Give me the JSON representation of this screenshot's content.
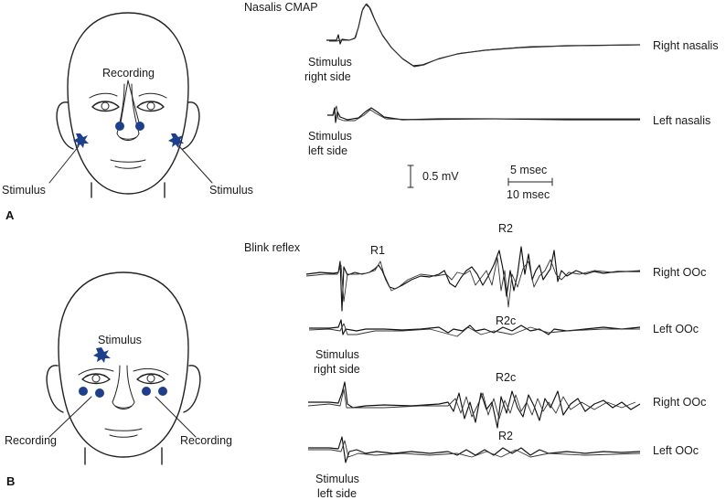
{
  "panel_a": {
    "label": "A",
    "title": "Nasalis CMAP",
    "recording_label": "Recording",
    "stimulus_left_label": "Stimulus",
    "stimulus_right_label": "Stimulus",
    "trace_right_stim_line1": "Stimulus",
    "trace_right_stim_line2": "right side",
    "trace_left_stim_line1": "Stimulus",
    "trace_left_stim_line2": "left side",
    "right_nasalis": "Right nasalis",
    "left_nasalis": "Left nasalis",
    "amp_scale": "0.5 mV",
    "time_scale_top": "5 msec",
    "time_scale_bottom": "10 msec"
  },
  "panel_b": {
    "label": "B",
    "title": "Blink reflex",
    "stimulus_label": "Stimulus",
    "recording_left_label": "Recording",
    "recording_right_label": "Recording",
    "r1": "R1",
    "r2_top": "R2",
    "r2c_top": "R2c",
    "r2c_bottom": "R2c",
    "r2_bottom": "R2",
    "right_ooc_1": "Right OOc",
    "left_ooc_1": "Left OOc",
    "right_ooc_2": "Right OOc",
    "left_ooc_2": "Left OOc",
    "stim_right_line1": "Stimulus",
    "stim_right_line2": "right side",
    "stim_left_line1": "Stimulus",
    "stim_left_line2": "left side"
  },
  "colors": {
    "electrode": "#1e3f8c",
    "ink": "#111111"
  }
}
